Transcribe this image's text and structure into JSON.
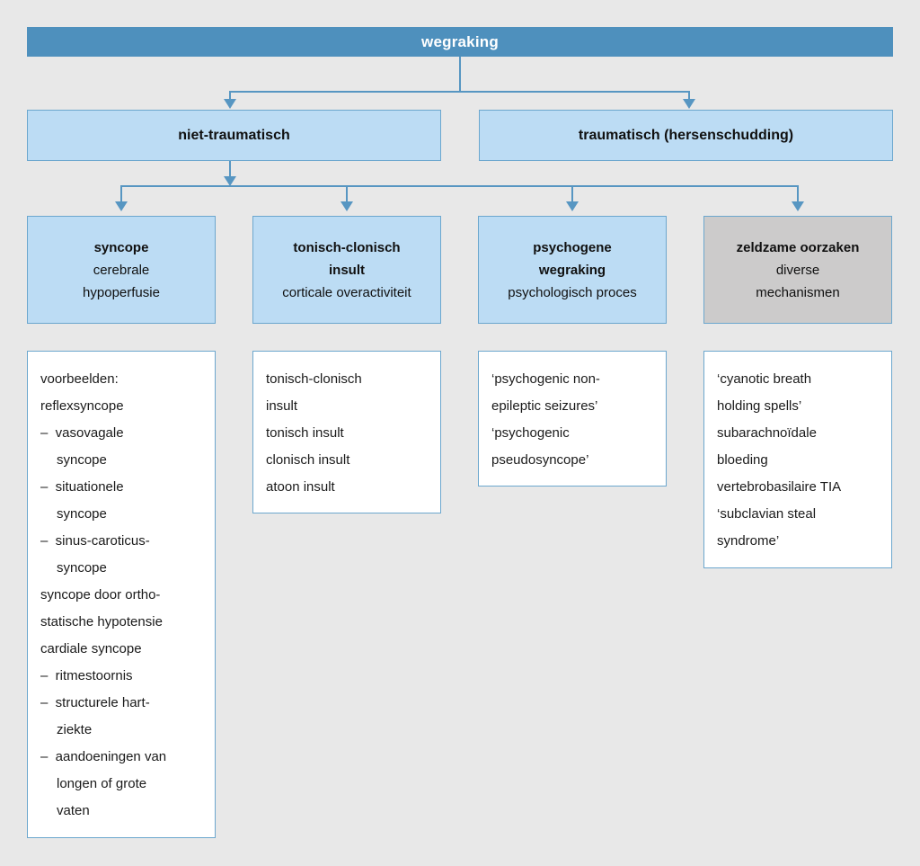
{
  "diagram": {
    "root": {
      "label": "wegraking"
    },
    "level2": [
      {
        "name": "niet-traumatisch",
        "label": "niet-traumatisch"
      },
      {
        "name": "traumatisch",
        "label": "traumatisch (hersenschudding)"
      }
    ],
    "level3": [
      {
        "key": "syncope",
        "title": "syncope",
        "subtitle_line1": "cerebrale",
        "subtitle_line2": "hypoperfusie",
        "style": "blue"
      },
      {
        "key": "tonisch-clonisch-insult",
        "title_line1": "tonisch-clonisch",
        "title_line2": "insult",
        "subtitle_line1": "corticale overactiviteit",
        "style": "blue"
      },
      {
        "key": "psychogene-wegraking",
        "title_line1": "psychogene",
        "title_line2": "wegraking",
        "subtitle_line1": "psychologisch proces",
        "style": "blue"
      },
      {
        "key": "zeldzame-oorzaken",
        "title": "zeldzame oorzaken",
        "subtitle_line1": "diverse",
        "subtitle_line2": "mechanismen",
        "style": "gray"
      }
    ],
    "details": [
      {
        "key": "syncope-examples",
        "lines": [
          {
            "text": "voorbeelden:",
            "indent": false
          },
          {
            "text": "reflexsyncope",
            "indent": false
          },
          {
            "text": "–  vasovagale",
            "indent": false
          },
          {
            "text": "syncope",
            "indent": true
          },
          {
            "text": "–  situationele",
            "indent": false
          },
          {
            "text": "syncope",
            "indent": true
          },
          {
            "text": "–  sinus-caroticus-",
            "indent": false
          },
          {
            "text": "syncope",
            "indent": true
          },
          {
            "text": "syncope door ortho-",
            "indent": false
          },
          {
            "text": "statische hypotensie",
            "indent": false
          },
          {
            "text": "cardiale syncope",
            "indent": false
          },
          {
            "text": "–  ritmestoornis",
            "indent": false
          },
          {
            "text": "–  structurele hart-",
            "indent": false
          },
          {
            "text": "ziekte",
            "indent": true
          },
          {
            "text": "–  aandoeningen van",
            "indent": false
          },
          {
            "text": "longen of grote",
            "indent": true
          },
          {
            "text": "vaten",
            "indent": true
          }
        ]
      },
      {
        "key": "insult-examples",
        "lines": [
          {
            "text": "tonisch-clonisch",
            "indent": false
          },
          {
            "text": "insult",
            "indent": false
          },
          {
            "text": "tonisch insult",
            "indent": false
          },
          {
            "text": "clonisch insult",
            "indent": false
          },
          {
            "text": "atoon insult",
            "indent": false
          }
        ]
      },
      {
        "key": "psychogene-examples",
        "lines": [
          {
            "text": "‘psychogenic non-",
            "indent": false
          },
          {
            "text": "epileptic seizures’",
            "indent": false
          },
          {
            "text": "‘psychogenic",
            "indent": false
          },
          {
            "text": "pseudosyncope’",
            "indent": false
          }
        ]
      },
      {
        "key": "zeldzame-examples",
        "lines": [
          {
            "text": "‘cyanotic breath",
            "indent": false
          },
          {
            "text": "holding spells’",
            "indent": false
          },
          {
            "text": "subarachnoïdale",
            "indent": false
          },
          {
            "text": "bloeding",
            "indent": false
          },
          {
            "text": "vertebrobasilaire TIA",
            "indent": false
          },
          {
            "text": "‘subclavian steal",
            "indent": false
          },
          {
            "text": "syndrome’",
            "indent": false
          }
        ]
      }
    ],
    "colors": {
      "background": "#e8e8e8",
      "root_bar": "#4e90bd",
      "box_blue": "#bcdcf4",
      "box_gray": "#cccbcb",
      "border_blue": "#6ca7ce",
      "connector": "#5796c2",
      "detail_bg": "#ffffff"
    }
  }
}
